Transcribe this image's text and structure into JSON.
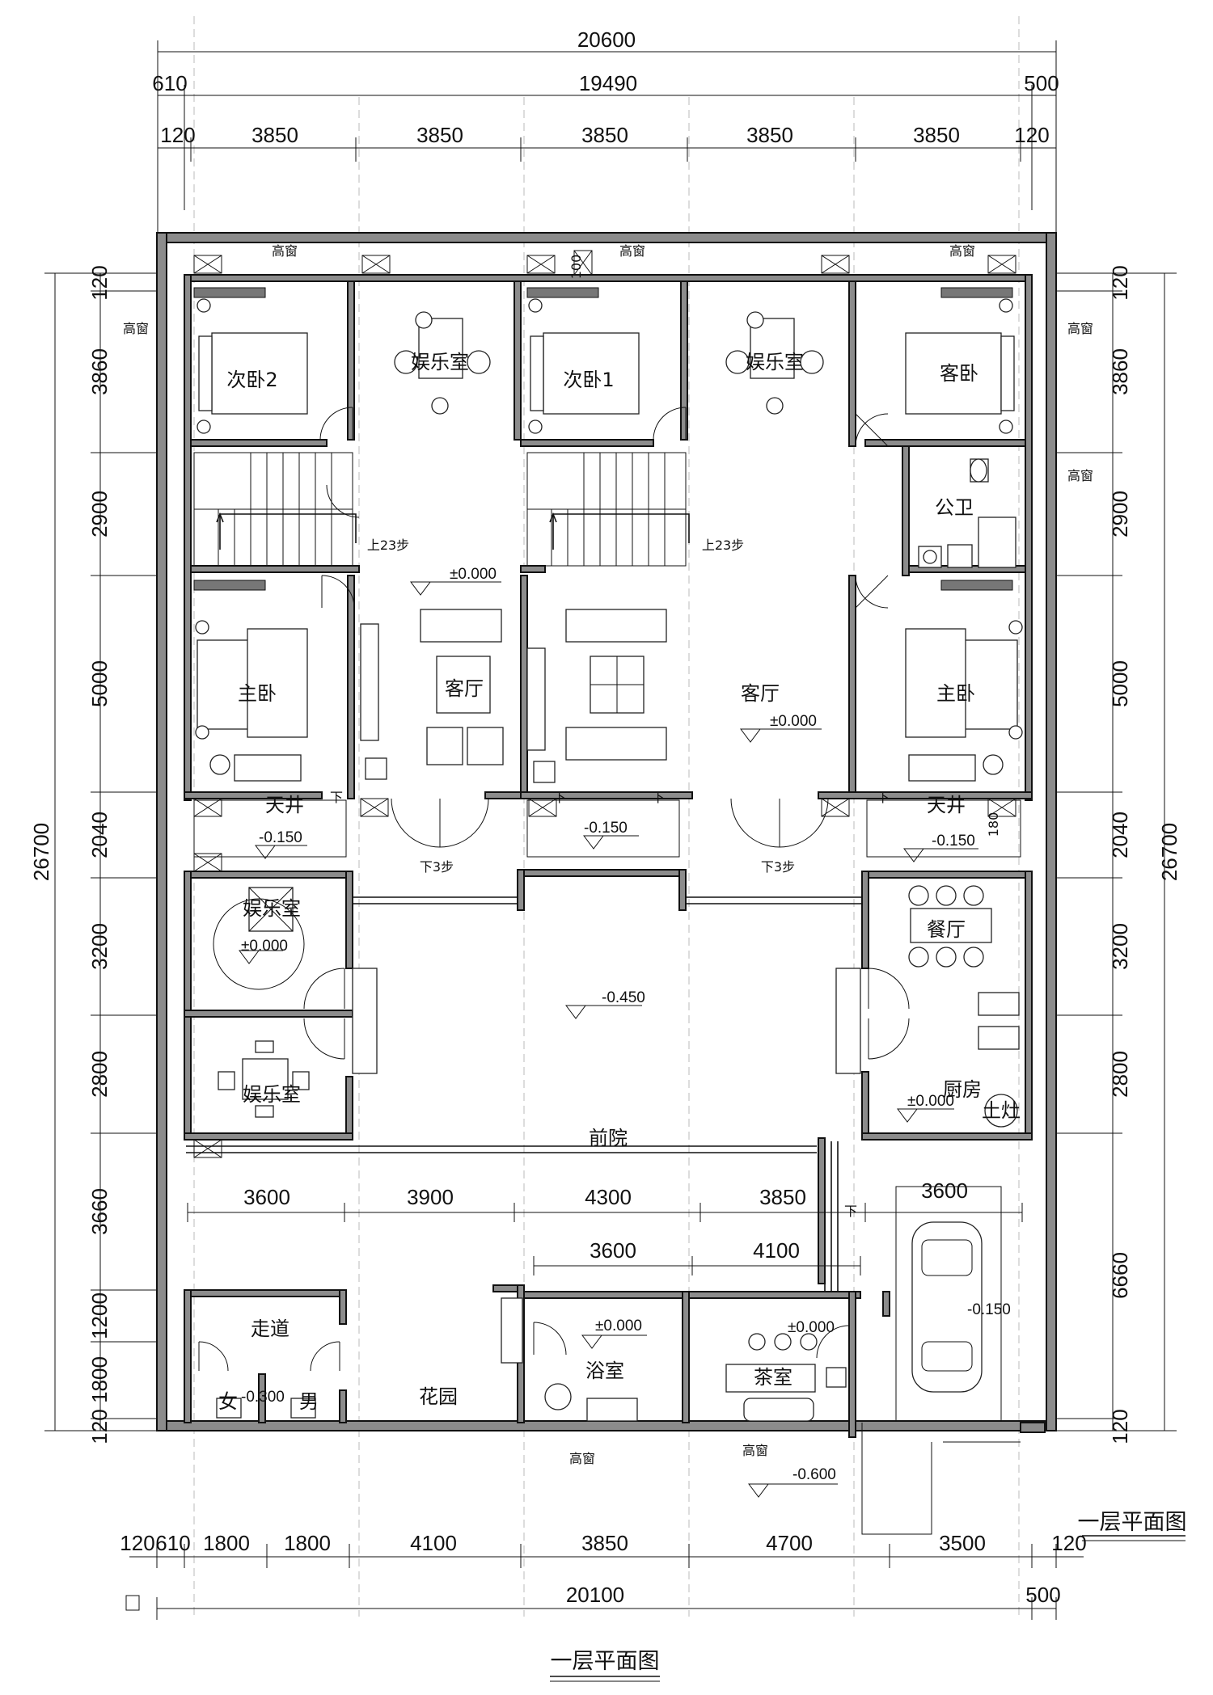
{
  "title": "一层平面图",
  "dims": {
    "top_total": "20600",
    "top_left_offset": "610",
    "top_mid": "19490",
    "top_right_offset": "500",
    "top_bay": [
      "120",
      "3850",
      "3850",
      "3850",
      "3850",
      "3850",
      "120"
    ],
    "left_rows": [
      "120",
      "3860",
      "2900",
      "5000",
      "2040",
      "3200",
      "2800",
      "3660",
      "1200",
      "1800",
      "120"
    ],
    "left_total": "26700",
    "right_rows": [
      "120",
      "3860",
      "2900",
      "5000",
      "2040",
      "3200",
      "2800",
      "6660",
      "120"
    ],
    "right_total": "26700",
    "bottom_bays": [
      "120",
      "610",
      "1800",
      "1800",
      "4100",
      "3850",
      "4700",
      "3500",
      "120"
    ],
    "bottom_total": "20100",
    "bottom_right_offset": "500",
    "inner_row1": [
      "3600",
      "3900",
      "4300",
      "3850",
      "3600"
    ],
    "inner_row2": [
      "3600",
      "4100"
    ],
    "small_180": "180",
    "small_100": "100"
  },
  "rooms": {
    "bed2": "次卧2",
    "bed1": "次卧1",
    "guest": "客卧",
    "ent_a": "娱乐室",
    "ent_b": "娱乐室",
    "ent_c": "娱乐室",
    "ent_d": "娱乐室",
    "master_l": "主卧",
    "master_r": "主卧",
    "living_l": "客厅",
    "living_r": "客厅",
    "wc": "公卫",
    "dining": "餐厅",
    "kitchen": "厨房",
    "stove": "土灶",
    "courtyard": "前院",
    "corridor": "走道",
    "garden": "花园",
    "bath": "浴室",
    "tea": "茶室",
    "female": "女",
    "male": "男",
    "light_well_l": "天井",
    "light_well_r": "天井"
  },
  "notes": {
    "high_window": "高窗",
    "up_23": "上23步",
    "down": "下",
    "down_3": "下3步"
  },
  "levels": {
    "zero": "±0.000",
    "m0150": "-0.150",
    "m0450": "-0.450",
    "m0600": "-0.600",
    "wc_level": "-0.300"
  }
}
